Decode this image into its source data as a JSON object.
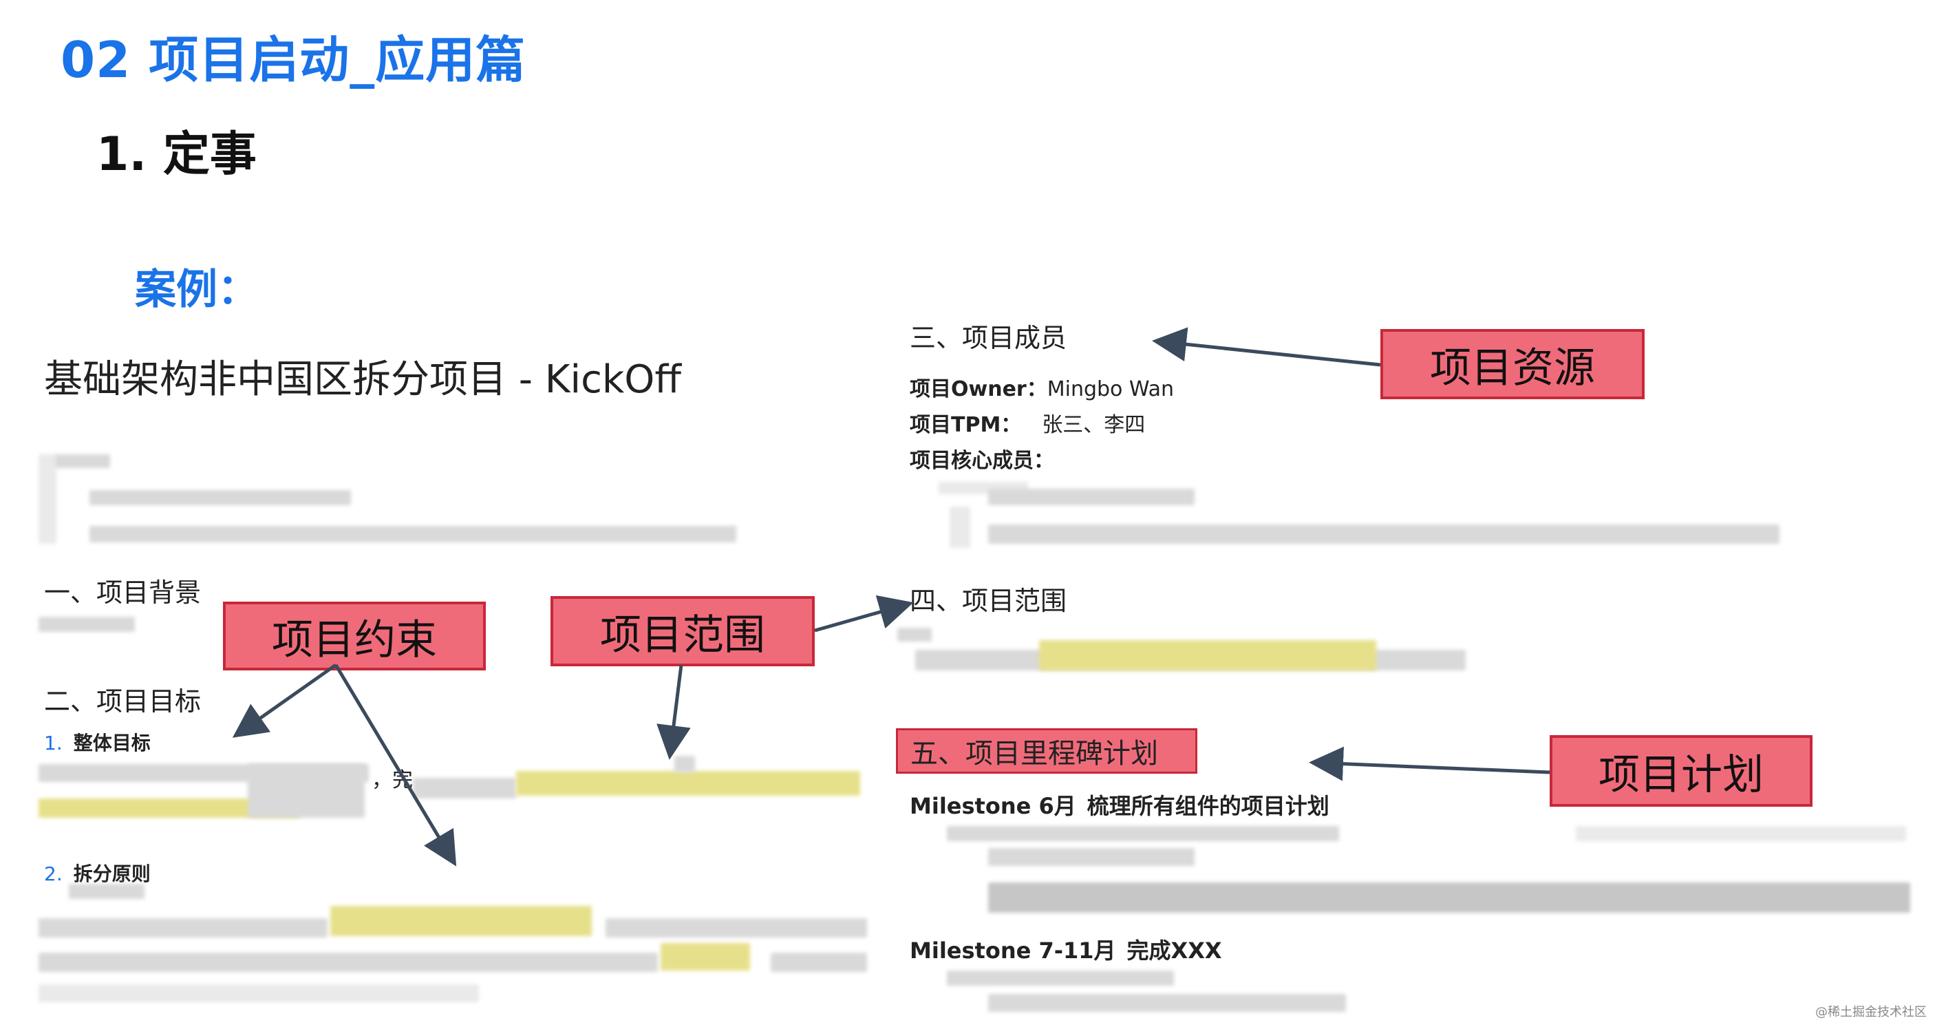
{
  "slide_title": "02 项目启动_应用篇",
  "sub_title": "1. 定事",
  "case_label": "案例：",
  "doc": {
    "title": "基础架构非中国区拆分项目 - KickOff",
    "sec1": "一、项目背景",
    "sec2": "二、项目目标",
    "goal1_num": "1.",
    "goal1": "整体目标",
    "goal2_num": "2.",
    "goal2": "拆分原则",
    "frag": "，完",
    "sec3": "三、项目成员",
    "owner_label": "项目Owner：",
    "owner_value": "Mingbo Wan",
    "tpm_label": "项目TPM：",
    "tpm_value": "张三、李四",
    "core_label": "项目核心成员：",
    "sec4": "四、项目范围",
    "sec5": "五、项目里程碑计划",
    "ms1_label": "Milestone 6月",
    "ms1_text": "梳理所有组件的项目计划",
    "ms2_label": "Milestone 7-11月",
    "ms2_text": "完成XXX"
  },
  "tags": {
    "constraint": "项目约束",
    "scope": "项目范围",
    "resource": "项目资源",
    "plan": "项目计划"
  },
  "colors": {
    "title_blue": "#1a73e8",
    "tag_fill": "#f06b7a",
    "tag_border": "#c8283a",
    "arrow": "#3b4a5c"
  },
  "watermark": "@稀土掘金技术社区"
}
